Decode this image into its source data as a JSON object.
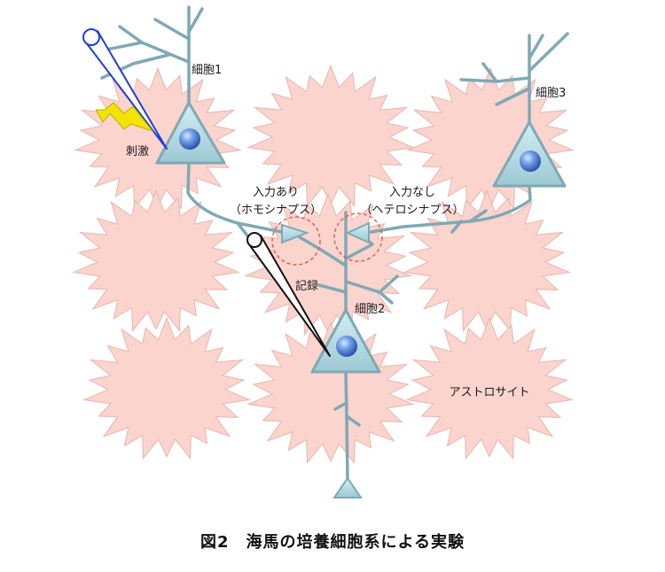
{
  "labels": {
    "cell1": "細胞1",
    "cell2": "細胞2",
    "cell3": "細胞3",
    "stimulus": "刺激",
    "recording": "記録",
    "input_yes": "入力あり",
    "homosynapse": "（ホモシナプス）",
    "input_no": "入力なし",
    "heterosynapse": "（ヘテロシナプス）",
    "astrocyte": "アストロサイト"
  },
  "caption": "図2　海馬の培養細胞系による実験",
  "colors": {
    "astrocyte_fill": "#fbd4ce",
    "astrocyte_stroke": "#e7b6ae",
    "neuron_fill": "#b4dbe3",
    "neuron_stroke": "#7fa9b4",
    "nucleus": "#4f7fd8",
    "stimulus_electrode": "#1f3fd0",
    "recording_electrode": "#111111",
    "bolt": "#f3e300",
    "synapse_circle": "#e05a4a"
  },
  "icons": [
    "stimulus-electrode",
    "recording-electrode",
    "lightning-bolt-icon"
  ]
}
